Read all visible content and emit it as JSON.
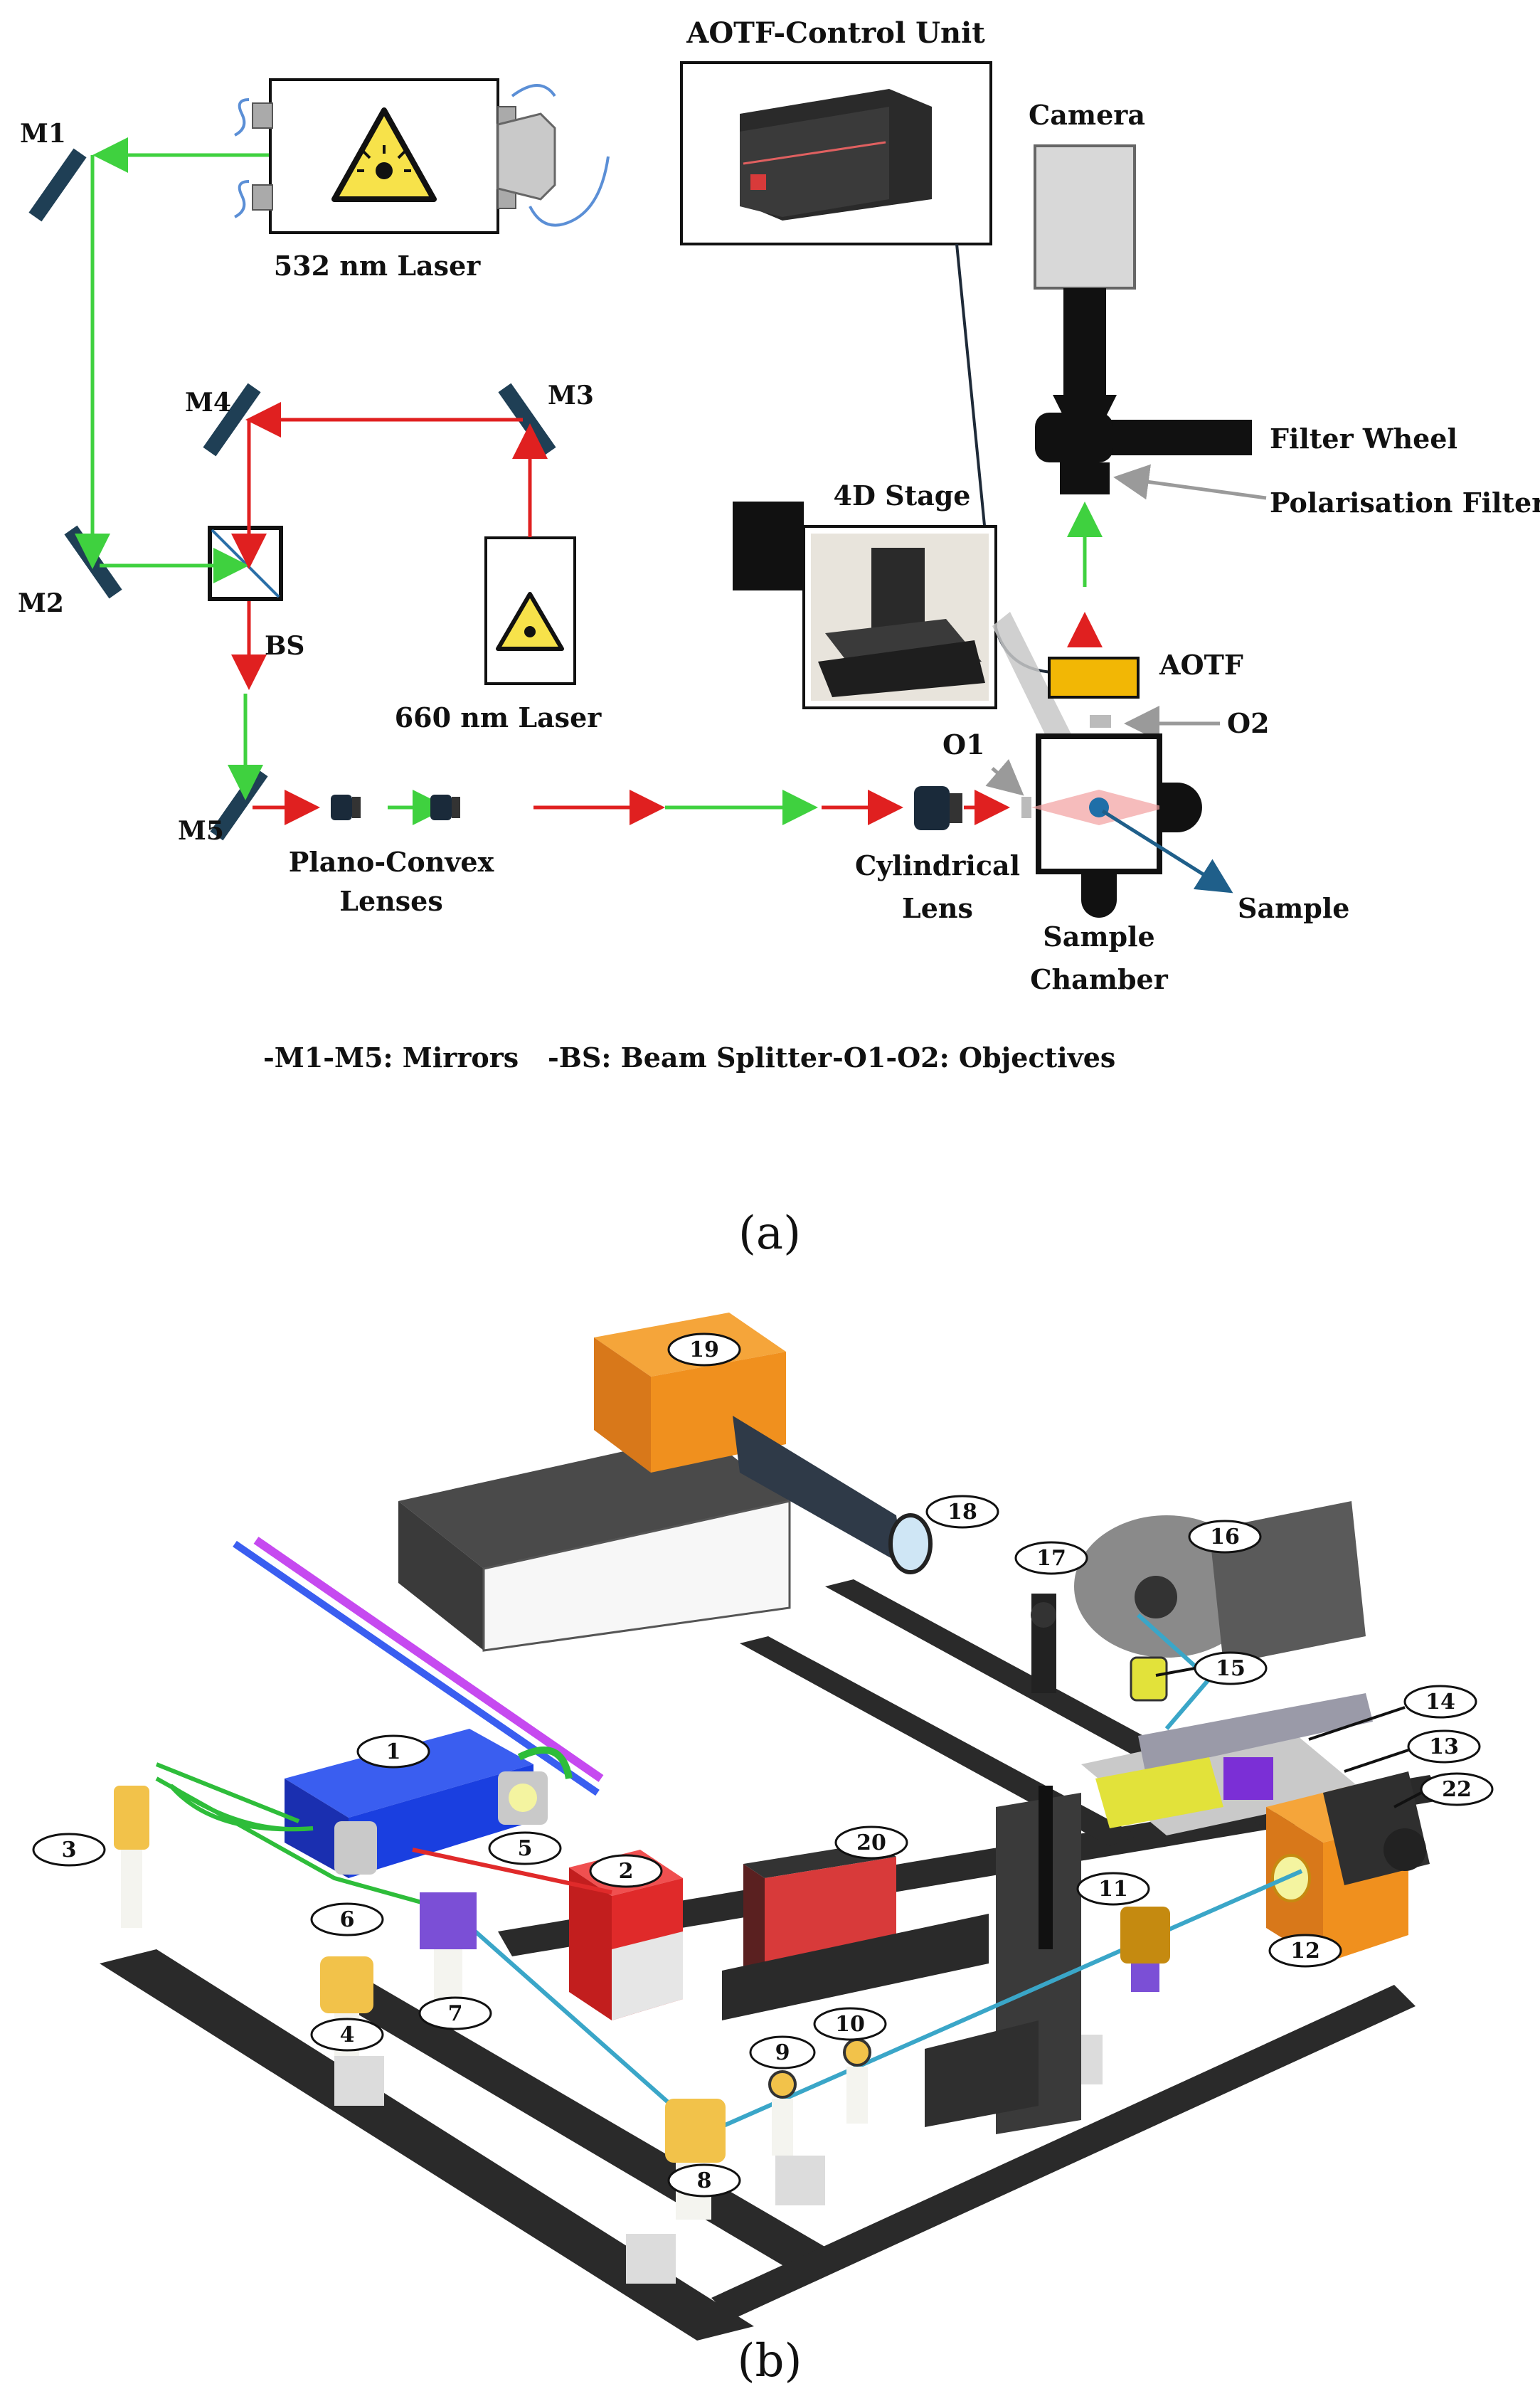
{
  "panel_a": {
    "caption": "(a)",
    "labels": {
      "aotf_control_unit": "AOTF-Control Unit",
      "camera": "Camera",
      "m1": "M1",
      "m2": "M2",
      "m3": "M3",
      "m4": "M4",
      "m5": "M5",
      "bs": "BS",
      "laser_532": "532 nm Laser",
      "laser_660": "660 nm Laser",
      "filter_wheel": "Filter Wheel",
      "polarisation_filter": "Polarisation Filter",
      "stage_4d": "4D Stage",
      "aotf": "AOTF",
      "o1": "O1",
      "o2": "O2",
      "plano_convex_1": "Plano-Convex",
      "plano_convex_2": "Lenses",
      "cylindrical_1": "Cylindrical",
      "cylindrical_2": "Lens",
      "sample": "Sample",
      "sample_chamber_1": "Sample",
      "sample_chamber_2": "Chamber"
    },
    "legend": {
      "mirrors": "-M1-M5: Mirrors",
      "beam_splitter": "-BS: Beam Splitter",
      "objectives": "-O1-O2: Objectives"
    },
    "colors": {
      "green_beam": "#3fd13f",
      "red_beam": "#e02020",
      "mirror": "#1f3f55",
      "aotf": "#f2b705",
      "sample_line": "#1f5f8a"
    }
  },
  "panel_b": {
    "caption": "(b)",
    "callouts": [
      "1",
      "2",
      "3",
      "4",
      "5",
      "6",
      "7",
      "8",
      "9",
      "10",
      "11",
      "12",
      "13",
      "14",
      "15",
      "16",
      "17",
      "18",
      "19",
      "20",
      "22"
    ],
    "colors": {
      "laser_blue": "#1a3fe0",
      "laser_red": "#e02a2a",
      "camera_orange": "#f0901e",
      "rail": "#2a2a2a",
      "mount_gold": "#f2c24a",
      "cube_purple": "#7b4fd6",
      "beam_cyan": "#3aa6c8",
      "beam_green": "#2ebd3a"
    }
  }
}
